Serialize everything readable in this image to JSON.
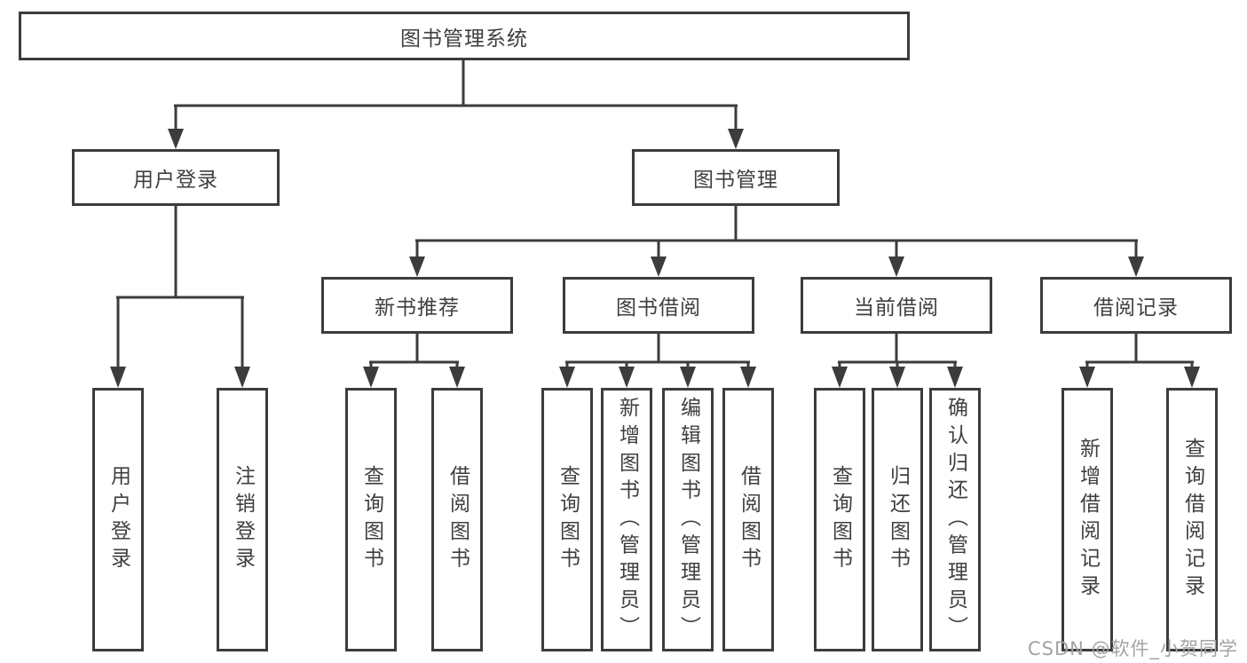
{
  "colors": {
    "line": "#3c3c3c",
    "text": "#3f3f3f",
    "background": "#ffffff",
    "watermark": "#a3a3a3"
  },
  "watermark": {
    "text": "CSDN @软件_小贺同学"
  },
  "tree": {
    "label": "图书管理系统",
    "children": [
      {
        "label": "用户登录",
        "children": [
          {
            "label": "用户登录"
          },
          {
            "label": "注销登录"
          }
        ]
      },
      {
        "label": "图书管理",
        "children": [
          {
            "label": "新书推荐",
            "children": [
              {
                "label": "查询图书"
              },
              {
                "label": "借阅图书"
              }
            ]
          },
          {
            "label": "图书借阅",
            "children": [
              {
                "label": "查询图书"
              },
              {
                "label": "新增图书（管理员）"
              },
              {
                "label": "编辑图书（管理员）"
              },
              {
                "label": "借阅图书"
              }
            ]
          },
          {
            "label": "当前借阅",
            "children": [
              {
                "label": "查询图书"
              },
              {
                "label": "归还图书"
              },
              {
                "label": "确认归还（管理员）"
              }
            ]
          },
          {
            "label": "借阅记录",
            "children": [
              {
                "label": "新增借阅记录"
              },
              {
                "label": "查询借阅记录"
              }
            ]
          }
        ]
      }
    ]
  }
}
